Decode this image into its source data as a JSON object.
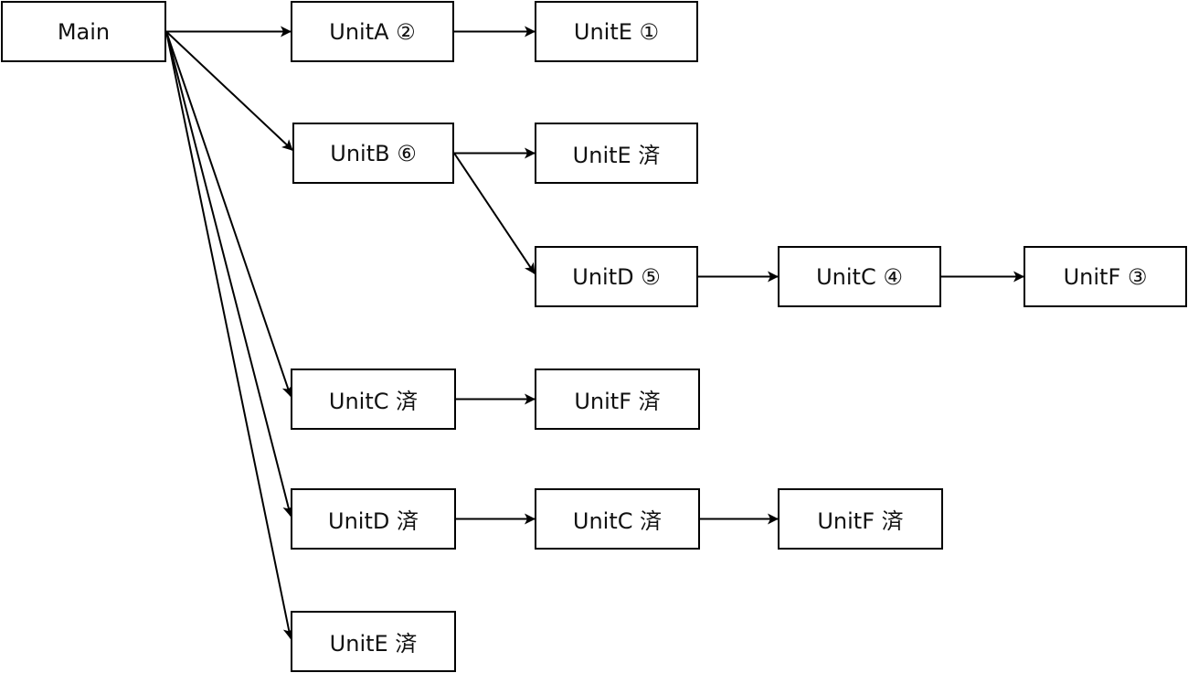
{
  "nodes": {
    "main": "Main",
    "unitA": "UnitA ②",
    "unitE1": "UnitE ①",
    "unitB": "UnitB ⑥",
    "unitE_done1": "UnitE 済",
    "unitD5": "UnitD ⑤",
    "unitC4": "UnitC ④",
    "unitF3": "UnitF ③",
    "unitC_done1": "UnitC 済",
    "unitF_done1": "UnitF 済",
    "unitD_done": "UnitD 済",
    "unitC_done2": "UnitC 済",
    "unitF_done2": "UnitF 済",
    "unitE_done2": "UnitE 済"
  },
  "edges": [
    [
      "main",
      "unitA"
    ],
    [
      "unitA",
      "unitE1"
    ],
    [
      "main",
      "unitB"
    ],
    [
      "unitB",
      "unitE_done1"
    ],
    [
      "unitB",
      "unitD5"
    ],
    [
      "unitD5",
      "unitC4"
    ],
    [
      "unitC4",
      "unitF3"
    ],
    [
      "main",
      "unitC_done1"
    ],
    [
      "unitC_done1",
      "unitF_done1"
    ],
    [
      "main",
      "unitD_done"
    ],
    [
      "unitD_done",
      "unitC_done2"
    ],
    [
      "unitC_done2",
      "unitF_done2"
    ],
    [
      "main",
      "unitE_done2"
    ]
  ]
}
